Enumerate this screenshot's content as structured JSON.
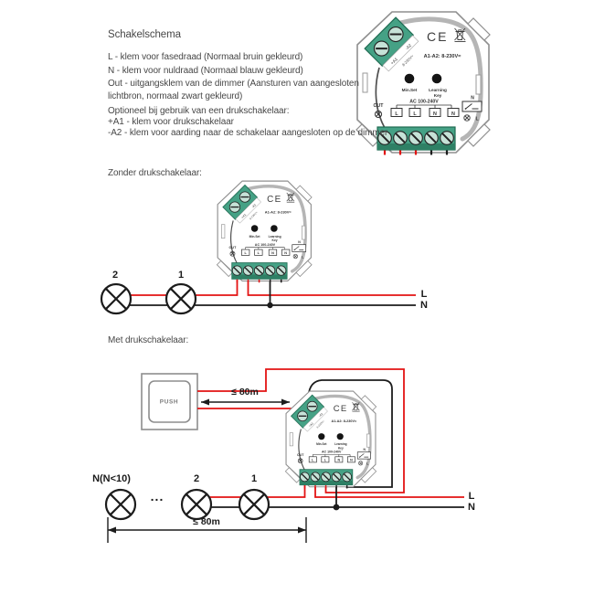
{
  "header": {
    "title": "Schakelschema"
  },
  "legend": {
    "l_line": "L - klem voor fasedraad (Normaal bruin gekleurd)",
    "n_line": "N - klem voor nuldraad (Normaal blauw gekleurd)",
    "out_line1": "Out - uitgangsklem van de dimmer (Aansturen van aangesloten",
    "out_line2": "lichtbron, normaal zwart gekleurd)",
    "optional_line": "Optioneel bij gebruik van een drukschakelaar:",
    "a1_line": "+A1 - klem voor drukschakelaar",
    "a2_line": "-A2 - klem voor aarding naar de schakelaar aangesloten op de dimmer"
  },
  "sections": {
    "without_switch": "Zonder drukschakelaar:",
    "with_switch": "Met drukschakelaar:"
  },
  "device": {
    "ce_mark": "CE",
    "rating": "A1-A2: 8-230V≈",
    "min_set": "Min.Set",
    "learning1": "Learning",
    "learning2": "Key",
    "out": "OUT",
    "ac_rating": "AC 100-240V",
    "term1": "L",
    "term2": "L",
    "term3": "N",
    "term4": "N",
    "relay_n": "N",
    "relay_l": "L",
    "a1": "+A1",
    "a2": "-A2",
    "aux_rating": "8-230V≈"
  },
  "diagram_without": {
    "lamp2": "2",
    "lamp1": "1",
    "line_l": "L",
    "line_n": "N"
  },
  "diagram_with": {
    "push": "PUSH",
    "distance_top": "≤ 80m",
    "lamp_n": "N(N<10)",
    "ellipsis": "...",
    "lamp2": "2",
    "lamp1": "1",
    "line_l": "L",
    "line_n": "N",
    "distance_bottom": "≤ 80m"
  },
  "colors": {
    "wire_live": "#e31313",
    "wire_neutral": "#1c1c1c",
    "terminal_green": "#45a185",
    "device_outline": "#8f8f8f"
  }
}
